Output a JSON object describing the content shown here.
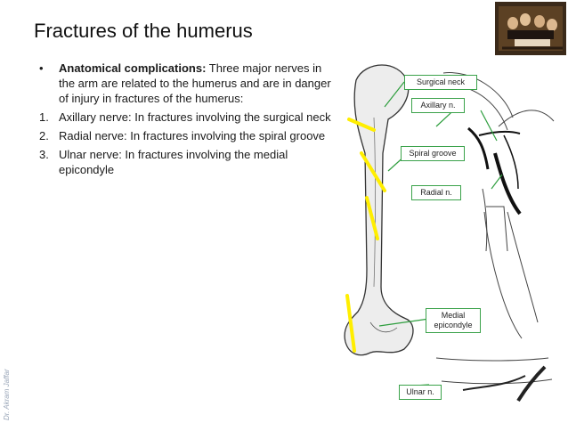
{
  "slide": {
    "title": "Fractures of the humerus",
    "credit": "Dr. Akram Jaffar",
    "intro": {
      "bullet": "•",
      "heading": "Anatomical complications:",
      "text": " Three major nerves in the arm are related to the humerus and are in danger of injury in fractures of the humerus:"
    },
    "points": [
      {
        "num": "1.",
        "text": "Axillary nerve: In fractures involving the surgical neck"
      },
      {
        "num": "2.",
        "text": "Radial nerve: In fractures involving the spiral groove"
      },
      {
        "num": "3.",
        "text": "Ulnar nerve: In fractures involving the medial epicondyle"
      }
    ]
  },
  "figure": {
    "labels": {
      "surgical_neck": "Surgical neck",
      "axillary": "Axillary n.",
      "spiral_groove": "Spiral groove",
      "radial": "Radial n.",
      "medial_epicondyle": "Medial epicondyle",
      "ulnar": "Ulnar n."
    },
    "colors": {
      "label_border": "#3aa24a",
      "highlight": "#ffee00",
      "pointer": "#2e9e3e"
    }
  }
}
